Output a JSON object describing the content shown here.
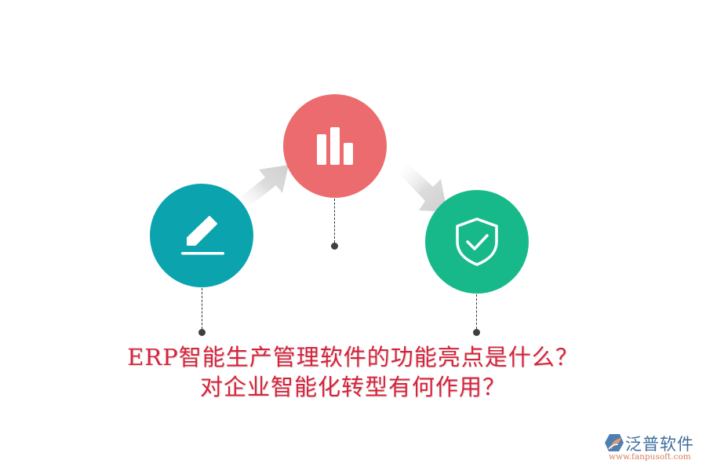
{
  "diagram": {
    "nodes": [
      {
        "id": "edit",
        "icon": "pencil-icon",
        "color": "#0aa3ae"
      },
      {
        "id": "chart",
        "icon": "bar-chart-icon",
        "color": "#ec6b6e"
      },
      {
        "id": "secure",
        "icon": "shield-check-icon",
        "color": "#17b98a"
      }
    ],
    "arrows": [
      {
        "from": "edit",
        "to": "chart",
        "color": "#d4d4d4"
      },
      {
        "from": "chart",
        "to": "secure",
        "color": "#d4d4d4"
      }
    ],
    "connector_color": "#3f3f3f"
  },
  "title": {
    "line1": "ERP智能生产管理软件的功能亮点是什么？",
    "line2": "对企业智能化转型有何作用？",
    "color": "#d8223a"
  },
  "logo": {
    "name": "泛普软件",
    "url": "www.fanpusoft.com",
    "name_color": "#3d6e9c",
    "url_color": "#d6805a"
  }
}
